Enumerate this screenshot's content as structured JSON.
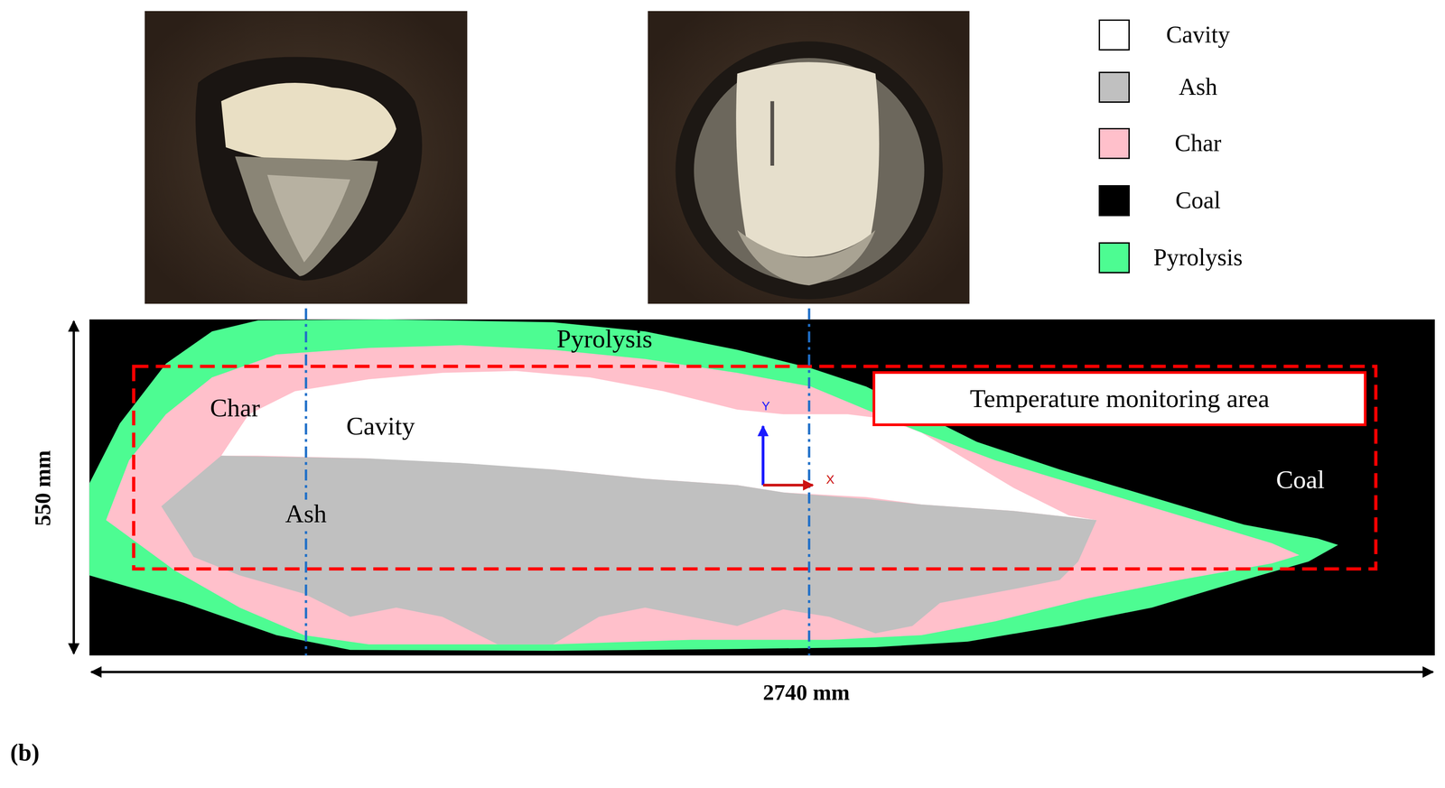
{
  "diagram": {
    "nodes": [
      {
        "text": [
          "Temperature monitoring area"
        ]
      }
    ],
    "labels": [
      "Pyrolysis",
      "Char",
      "Cavity",
      "Ash",
      "Coal",
      "Y",
      "X",
      "550 mm",
      "2740 mm",
      "(b)"
    ],
    "legend": [
      {
        "text": "Cavity",
        "color": "#ffffff"
      },
      {
        "text": "Ash",
        "color": "#c0c0c0"
      },
      {
        "text": "Char",
        "color": "#ffc0cb"
      },
      {
        "text": "Coal",
        "color": "#000000"
      },
      {
        "text": "Pyrolysis",
        "color": "#4dfc92"
      }
    ]
  }
}
